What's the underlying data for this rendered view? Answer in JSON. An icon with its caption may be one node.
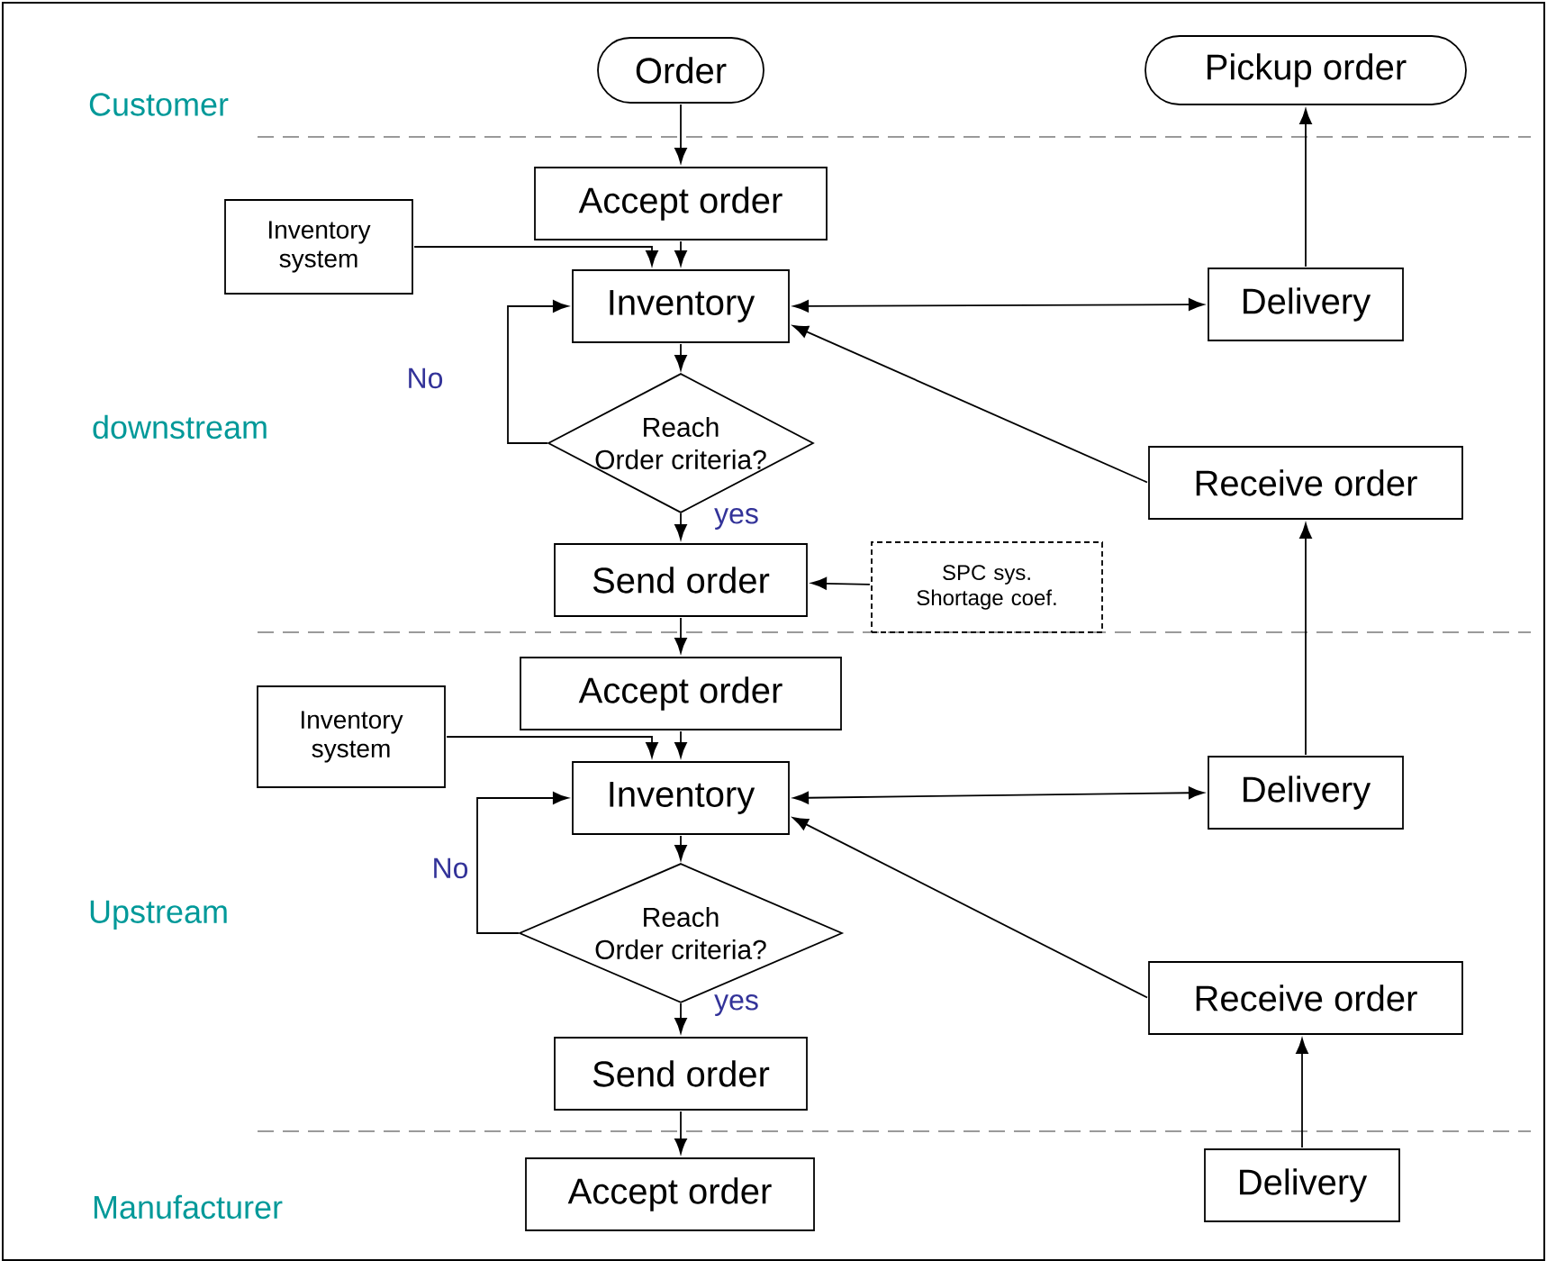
{
  "diagram": {
    "nodes": [
      {
        "text": [
          "Order"
        ]
      },
      {
        "text": [
          "Pickup order"
        ]
      },
      {
        "text": [
          "Accept order"
        ]
      },
      {
        "text": [
          "Inventory system"
        ]
      },
      {
        "text": [
          "Inventory"
        ]
      },
      {
        "text": [
          "Delivery"
        ]
      },
      {
        "text": [
          "Reach Order criteria?"
        ]
      },
      {
        "text": [
          "Receive order"
        ]
      },
      {
        "text": [
          "Send order"
        ]
      },
      {
        "text": [
          "SPC sys. Shortage coef."
        ]
      },
      {
        "text": [
          "Accept order"
        ]
      },
      {
        "text": [
          "Inventory system"
        ]
      },
      {
        "text": [
          "Inventory"
        ]
      },
      {
        "text": [
          "Delivery"
        ]
      },
      {
        "text": [
          "Reach Order criteria?"
        ]
      },
      {
        "text": [
          "Receive order"
        ]
      },
      {
        "text": [
          "Send order"
        ]
      },
      {
        "text": [
          "Accept order"
        ]
      },
      {
        "text": [
          "Delivery"
        ]
      }
    ],
    "edges": [
      {
        "from": 0,
        "to": 2,
        "arrow": "to"
      },
      {
        "from": 2,
        "to": 4,
        "arrow": "to"
      },
      {
        "from": 3,
        "to": 4,
        "arrow": "to"
      },
      {
        "from": 4,
        "to": 6,
        "arrow": "to"
      },
      {
        "from": 6,
        "to": 4,
        "arrow": "to",
        "label": "No"
      },
      {
        "from": 6,
        "to": 8,
        "arrow": "to",
        "label": "yes"
      },
      {
        "from": 4,
        "to": 5,
        "arrow": "both"
      },
      {
        "from": 7,
        "to": 4,
        "arrow": "to"
      },
      {
        "from": 5,
        "to": 1,
        "arrow": "to"
      },
      {
        "from": 9,
        "to": 8,
        "arrow": "to"
      },
      {
        "from": 8,
        "to": 10,
        "arrow": "to"
      },
      {
        "from": 10,
        "to": 12,
        "arrow": "to"
      },
      {
        "from": 11,
        "to": 12,
        "arrow": "to"
      },
      {
        "from": 12,
        "to": 14,
        "arrow": "to"
      },
      {
        "from": 14,
        "to": 12,
        "arrow": "to",
        "label": "No"
      },
      {
        "from": 14,
        "to": 16,
        "arrow": "to",
        "label": "yes"
      },
      {
        "from": 12,
        "to": 13,
        "arrow": "both"
      },
      {
        "from": 15,
        "to": 12,
        "arrow": "to"
      },
      {
        "from": 13,
        "to": 7,
        "arrow": "to"
      },
      {
        "from": 16,
        "to": 17,
        "arrow": "to"
      },
      {
        "from": 18,
        "to": 15,
        "arrow": "to"
      }
    ],
    "labels": [
      "Customer",
      "downstream",
      "Upstream",
      "Manufacturer"
    ]
  }
}
